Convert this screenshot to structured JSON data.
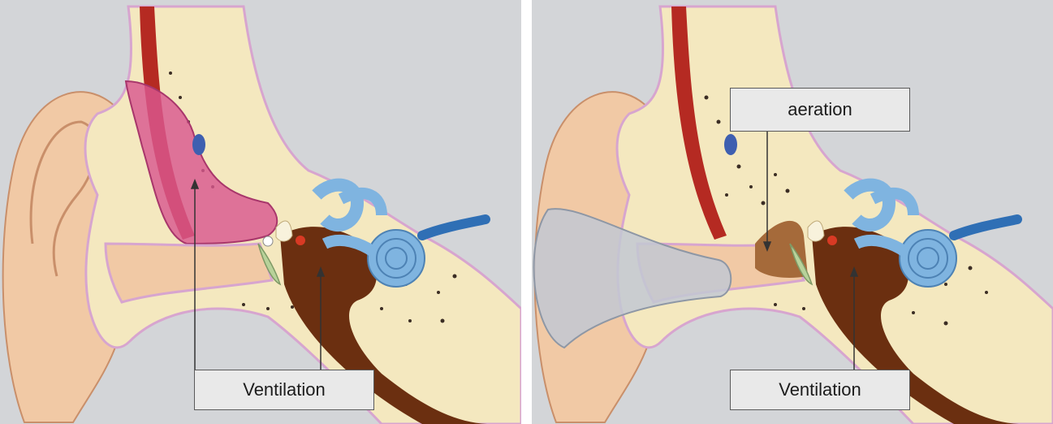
{
  "colors": {
    "background": "#d3d5d8",
    "skin": "#f1c9a5",
    "cartilage": "#f4e8bf",
    "bone_dots": "#3b2d24",
    "membrane": "#d7a5cf",
    "muscle": "#b52a22",
    "blocked_tube": "#d9588f",
    "middle_ear": "#6b2f10",
    "inner_ear": "#7fb4e0",
    "nerve": "#2f6fb5",
    "vessel": "#3e5fb0",
    "eardrum": "#b8d29a",
    "ear_tip": "#c2c8d2"
  },
  "panels": [
    {
      "id": "blocked",
      "labels": [
        {
          "text": "Ventilation"
        }
      ]
    },
    {
      "id": "ventilated",
      "labels": [
        {
          "text": "aeration"
        },
        {
          "text": "Ventilation"
        }
      ]
    }
  ]
}
